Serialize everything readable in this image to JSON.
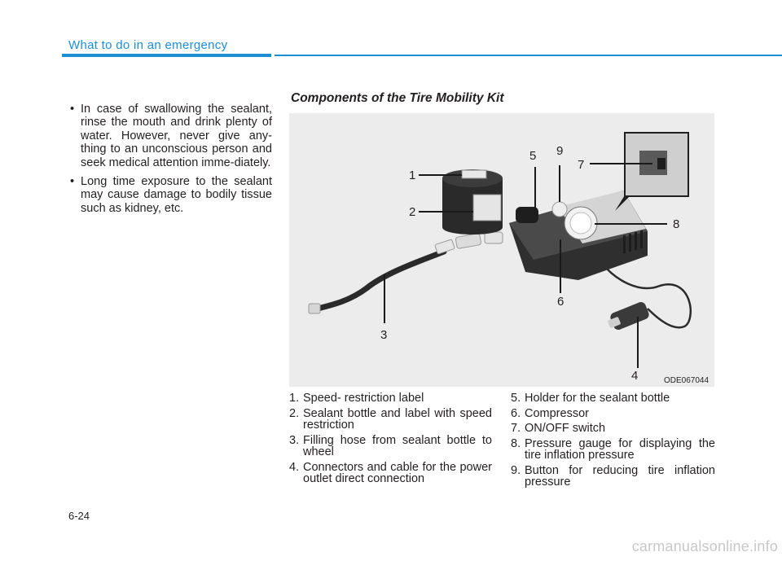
{
  "header": {
    "section_title": "What to do in an emergency"
  },
  "left_column": {
    "bullets": [
      "In case of swallowing the sealant, rinse the mouth and drink plenty of water. However, never give any-thing to an unconscious person and seek medical attention imme-diately.",
      "Long time exposure to the sealant may cause damage to bodily tissue such as kidney, etc."
    ]
  },
  "kit": {
    "heading": "Components of the Tire Mobility Kit",
    "figure_code": "ODE067044",
    "callouts": [
      "1",
      "2",
      "3",
      "4",
      "5",
      "6",
      "7",
      "8",
      "9"
    ],
    "legend_left": [
      {
        "num": "1.",
        "text": "Speed- restriction label"
      },
      {
        "num": "2.",
        "text": "Sealant bottle and label with speed restriction"
      },
      {
        "num": "3.",
        "text": "Filling hose from sealant bottle to wheel"
      },
      {
        "num": "4.",
        "text": "Connectors and cable for the power outlet direct connection"
      }
    ],
    "legend_right": [
      {
        "num": "5.",
        "text": "Holder for the sealant bottle"
      },
      {
        "num": "6.",
        "text": "Compressor"
      },
      {
        "num": "7.",
        "text": "ON/OFF switch"
      },
      {
        "num": "8.",
        "text": "Pressure gauge for displaying the tire inflation pressure"
      },
      {
        "num": "9.",
        "text": "Button for reducing tire inflation pressure"
      }
    ]
  },
  "footer": {
    "page_number": "6-24",
    "watermark": "carmanualsonline.info"
  }
}
